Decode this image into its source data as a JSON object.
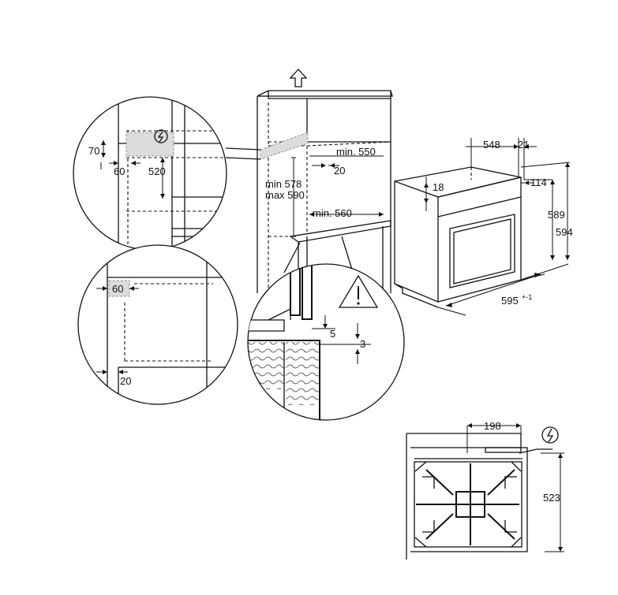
{
  "dimensions": {
    "gap_top": "70",
    "side_gap": "60",
    "depth_520": "520",
    "min_height_1": "min 578",
    "max_height_1": "max 590",
    "min_550": "min. 550",
    "gap_20_niche": "20",
    "min_560": "min. 560",
    "oven_depth": "548",
    "front_21": "21",
    "top_18": "18",
    "side_114": "114",
    "height_589": "589",
    "height_594": "594",
    "width_595": "595",
    "width_tol": "+-1",
    "side_60_detail": "60",
    "bottom_20_detail": "20",
    "gap_5": "5",
    "gap_3": "3",
    "cable_198": "198",
    "depth_523": "523"
  },
  "icons": {
    "electric": "lightning-bolt-icon",
    "warning": "warning-triangle-icon",
    "up": "up-arrow-icon"
  }
}
